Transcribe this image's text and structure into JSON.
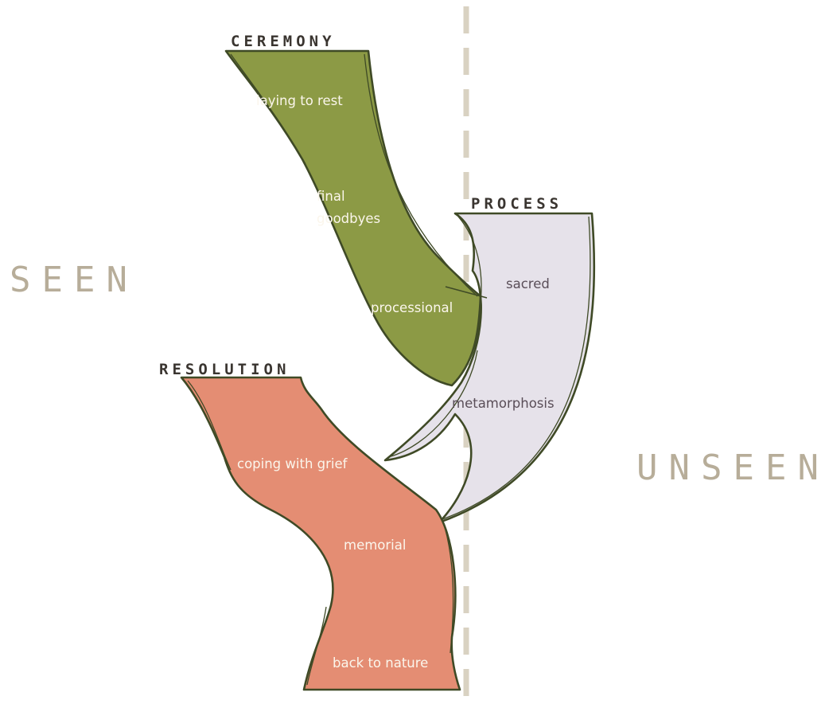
{
  "labels": {
    "seen": "SEEN",
    "unseen": "UNSEEN"
  },
  "bands": {
    "ceremony": {
      "title": "CEREMONY",
      "items": [
        "laying to rest",
        "final",
        "goodbyes",
        "processional"
      ],
      "color": "#8c9a45"
    },
    "process": {
      "title": "PROCESS",
      "items": [
        "sacred",
        "metamorphosis"
      ],
      "color": "#e6e2ea"
    },
    "resolution": {
      "title": "RESOLUTION",
      "items": [
        "coping with grief",
        "memorial",
        "back to nature"
      ],
      "color": "#e48d73"
    }
  },
  "colors": {
    "outline": "#3f4a26",
    "divider": "#d9d2c2",
    "side_label": "#b7ad99"
  }
}
